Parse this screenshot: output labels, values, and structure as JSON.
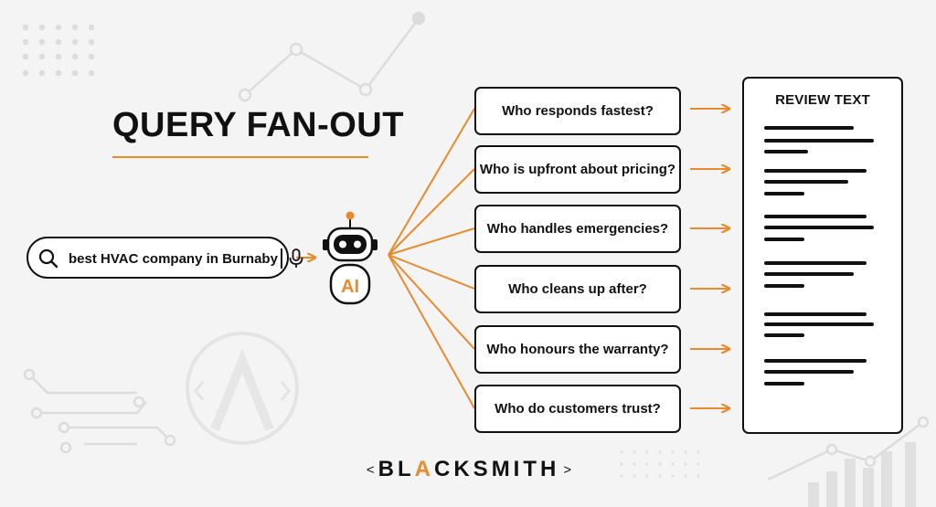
{
  "title": "QUERY FAN-OUT",
  "search": {
    "query": "best HVAC company in Burnaby",
    "icons": [
      "search-icon",
      "microphone-icon"
    ]
  },
  "ai": {
    "label": "AI"
  },
  "questions": [
    "Who responds fastest?",
    "Who is upfront about pricing?",
    "Who handles emergencies?",
    "Who cleans up after?",
    "Who honours the warranty?",
    "Who do customers trust?"
  ],
  "review": {
    "title": "REVIEW TEXT"
  },
  "brand": {
    "prefix": "<",
    "before": "BL",
    "accent": "A",
    "after": "CKSMITH",
    "suffix": ">"
  },
  "colors": {
    "accent": "#e88a2e",
    "ink": "#111111",
    "background": "#f4f4f4",
    "decor": "#dcdcdc"
  }
}
